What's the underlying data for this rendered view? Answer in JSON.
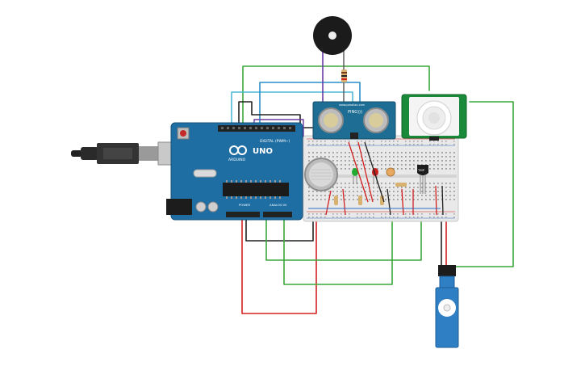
{
  "arduino": {
    "brand": "UNO",
    "logo": "ARDUINO",
    "digital_label": "DIGITAL (PWM~)",
    "power_label": "POWER",
    "analog_label": "ANALOG IN"
  },
  "ultrasonic": {
    "name": "PING)))",
    "url": "www.parallax.com"
  },
  "buzzer": {
    "plus": "+",
    "minus": "−"
  },
  "temp_sensor": {
    "label": "TMP"
  },
  "colors": {
    "arduino_board": "#1f6ea3",
    "breadboard": "#e9e9e9",
    "pir_board": "#1a8a3a",
    "servo_body": "#2f7fc4",
    "wire_red": "#d32020",
    "wire_green": "#3aa63a",
    "wire_black": "#222222",
    "wire_blue": "#2a8ec8",
    "wire_purple": "#6a3aa0"
  },
  "icons": [
    "usb-cable-icon",
    "buzzer-icon",
    "servo-icon",
    "gas-sensor-icon",
    "led-icon"
  ]
}
